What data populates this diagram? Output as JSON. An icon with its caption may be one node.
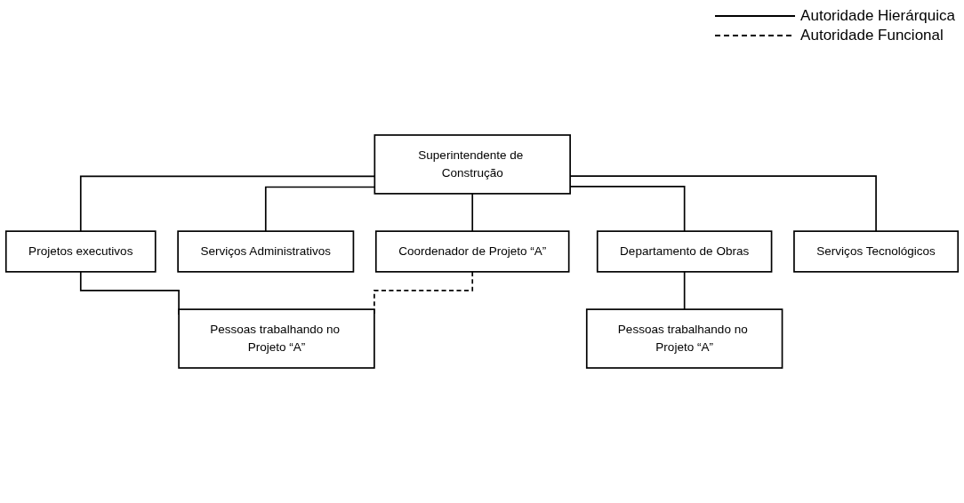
{
  "diagram": {
    "nodes": [
      {
        "text": [
          "Superintendente de Construção"
        ]
      },
      {
        "text": [
          "Coordenador de Projeto “A”"
        ]
      },
      {
        "text": [
          "Serviços Administrativos"
        ]
      },
      {
        "text": [
          "Projetos executivos"
        ]
      },
      {
        "text": [
          "Departamento de Obras"
        ]
      },
      {
        "text": [
          "Serviços Tecnológicos"
        ]
      },
      {
        "text": [
          "Pessoas trabalhando no Projeto “A”"
        ]
      },
      {
        "text": [
          "Pessoas trabalhando no Projeto “A”"
        ]
      }
    ],
    "edges": [
      {
        "from": 0,
        "to": 1,
        "arrow": "none"
      },
      {
        "from": 0,
        "to": 2,
        "arrow": "none"
      },
      {
        "from": 0,
        "to": 3,
        "arrow": "none"
      },
      {
        "from": 0,
        "to": 4,
        "arrow": "none"
      },
      {
        "from": 0,
        "to": 5,
        "arrow": "none"
      },
      {
        "from": 3,
        "to": 6,
        "arrow": "none"
      },
      {
        "from": 4,
        "to": 7,
        "arrow": "none"
      },
      {
        "from": 1,
        "to": 6,
        "arrow": "none",
        "style": "dashed"
      }
    ],
    "legend": [
      {
        "text": "Autoridade Hierárquica"
      },
      {
        "text": "Autoridade Funcional"
      }
    ]
  }
}
